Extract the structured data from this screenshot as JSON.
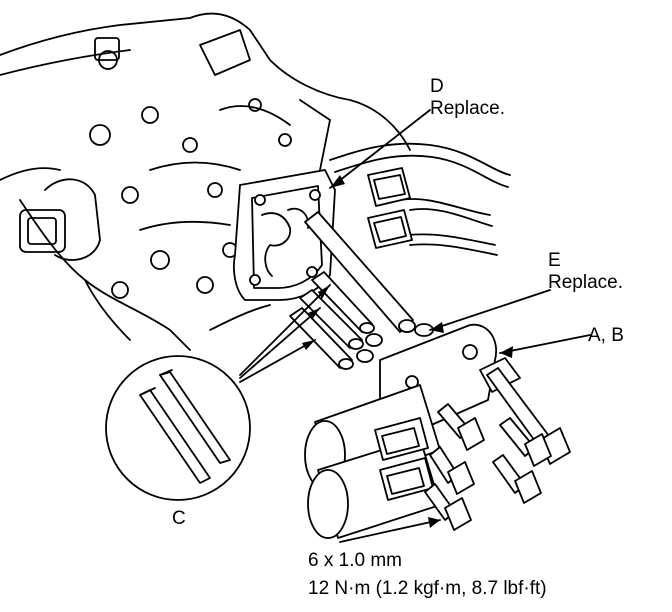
{
  "callouts": {
    "d": {
      "letter": "D",
      "note": "Replace."
    },
    "e": {
      "letter": "E",
      "note": "Replace."
    },
    "ab": {
      "text": "A, B"
    },
    "c": {
      "letter": "C"
    }
  },
  "spec": {
    "bolt_size": "6 x 1.0 mm",
    "torque": "12 N·m (1.2 kgf·m, 8.7 lbf·ft)"
  },
  "colors": {
    "line": "#000000",
    "background": "#ffffff",
    "part_fill": "#ffffff"
  }
}
